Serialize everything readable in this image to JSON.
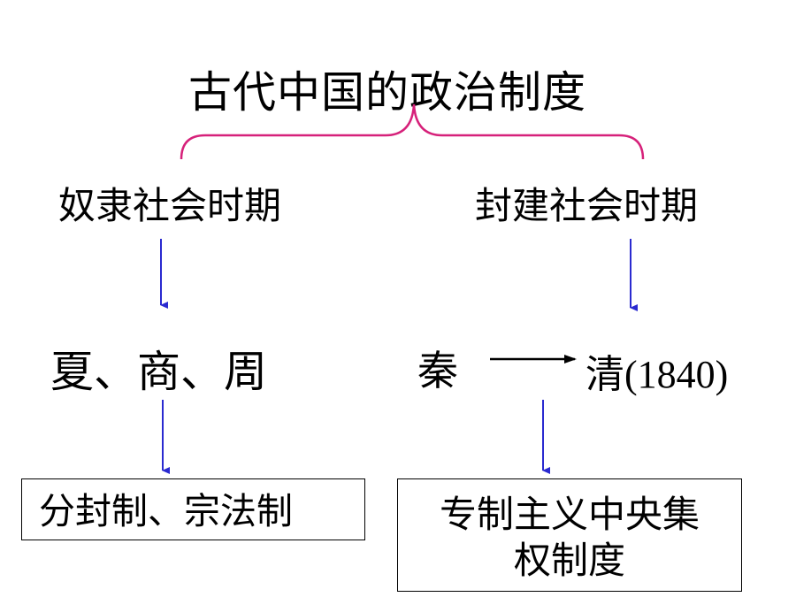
{
  "title": "古代中国的政治制度",
  "branches": {
    "slave": {
      "era": "奴隶社会时期",
      "dynasties": "夏、商、周",
      "system": "分封制、宗法制"
    },
    "feudal": {
      "era": "封建社会时期",
      "start": "秦",
      "end": "清",
      "end_year": "(1840)",
      "system_line1": "专制主义中央集",
      "system_line2": "权制度"
    }
  },
  "colors": {
    "brace": "#d6217a",
    "arrow": "#2a2ad0",
    "text": "#000000",
    "box_border": "#000000",
    "background": "#ffffff"
  }
}
